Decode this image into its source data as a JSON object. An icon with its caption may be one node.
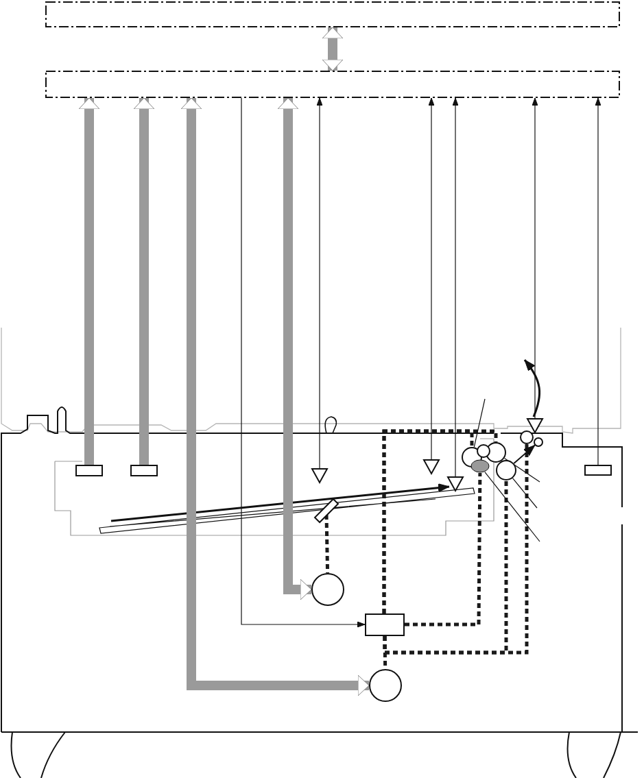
{
  "diagram": {
    "nodes": [
      {
        "text": [],
        "shape": "box"
      },
      {
        "text": [],
        "shape": "box"
      },
      {
        "text": [],
        "shape": "box"
      },
      {
        "text": [],
        "shape": "box"
      },
      {
        "text": [],
        "shape": "circle"
      },
      {
        "text": [],
        "shape": "circle"
      },
      {
        "text": [],
        "shape": "box"
      },
      {
        "text": [],
        "shape": "triangle"
      },
      {
        "text": [],
        "shape": "triangle"
      },
      {
        "text": [],
        "shape": "triangle"
      },
      {
        "text": [],
        "shape": "triangle"
      },
      {
        "text": [],
        "shape": "box"
      },
      {
        "text": [],
        "shape": "bar"
      },
      {
        "text": [],
        "shape": "circle"
      },
      {
        "text": [],
        "shape": "circle"
      },
      {
        "text": [],
        "shape": "circle"
      },
      {
        "text": [],
        "shape": "circle"
      },
      {
        "text": [],
        "shape": "circle"
      },
      {
        "text": [],
        "shape": "ellipse"
      },
      {
        "text": [],
        "shape": "circle"
      }
    ],
    "edges": [
      {
        "from": 0,
        "to": 1,
        "arrow": "both",
        "style": "thick",
        "color": "#9a9a9a"
      },
      {
        "from": 2,
        "to": 1,
        "arrow": "to",
        "style": "thick",
        "color": "#9a9a9a"
      },
      {
        "from": 3,
        "to": 1,
        "arrow": "to",
        "style": "thick",
        "color": "#9a9a9a"
      },
      {
        "from": 1,
        "to": 5,
        "arrow": "both",
        "style": "thick",
        "color": "#9a9a9a"
      },
      {
        "from": 1,
        "to": 4,
        "arrow": "both",
        "style": "thick",
        "color": "#9a9a9a"
      },
      {
        "from": 1,
        "to": 6,
        "arrow": "to"
      },
      {
        "from": 7,
        "to": 1,
        "arrow": "to"
      },
      {
        "from": 8,
        "to": 1,
        "arrow": "to"
      },
      {
        "from": 9,
        "to": 1,
        "arrow": "to"
      },
      {
        "from": 10,
        "to": 1,
        "arrow": "to"
      },
      {
        "from": 11,
        "to": 1,
        "arrow": "to"
      },
      {
        "from": 12,
        "to": 4,
        "arrow": "none",
        "style": "dashed"
      },
      {
        "from": 6,
        "to": 13,
        "arrow": "none",
        "style": "dashed"
      },
      {
        "from": 6,
        "to": 14,
        "arrow": "none",
        "style": "dashed"
      },
      {
        "from": 6,
        "to": 18,
        "arrow": "none",
        "style": "dashed"
      },
      {
        "from": 6,
        "to": 5,
        "arrow": "none",
        "style": "dashed"
      },
      {
        "from": 6,
        "to": 15,
        "arrow": "none",
        "style": "dashed"
      },
      {
        "from": 6,
        "to": 16,
        "arrow": "none",
        "style": "dashed"
      },
      {
        "from": null,
        "to": 13,
        "arrow": "none"
      },
      {
        "from": null,
        "to": 14,
        "arrow": "none"
      },
      {
        "from": null,
        "to": 15,
        "arrow": "none"
      },
      {
        "from": null,
        "to": 18,
        "arrow": "none"
      },
      {
        "from": 15,
        "to": 17,
        "arrow": "to"
      }
    ]
  }
}
